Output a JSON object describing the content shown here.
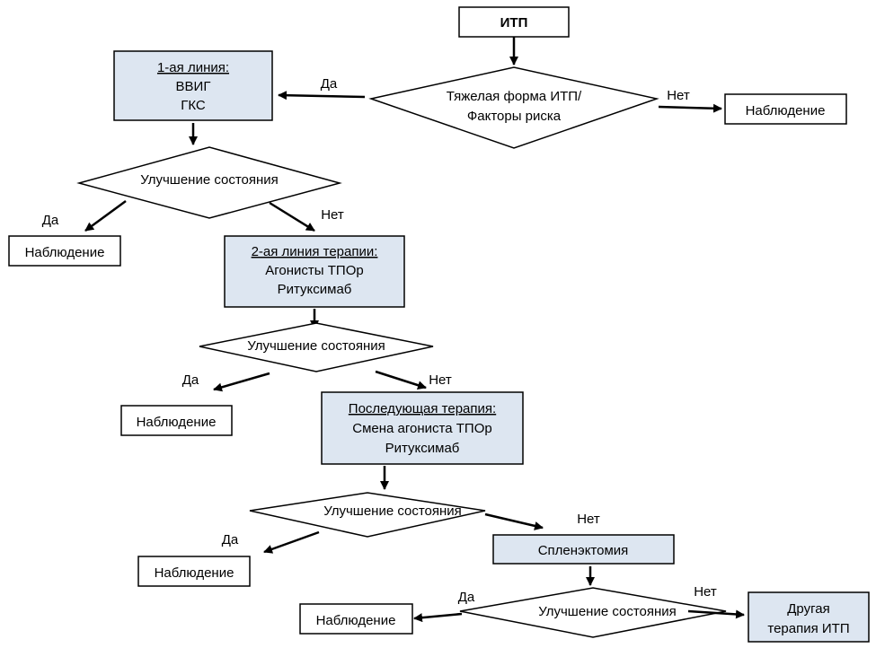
{
  "start": "ИТП",
  "decision1": {
    "line1": "Тяжелая форма ИТП/",
    "line2": "Факторы риска"
  },
  "yes": "Да",
  "no": "Нет",
  "observation": "Наблюдение",
  "first_line": {
    "title": "1-ая линия:",
    "item1": "ВВИГ",
    "item2": "ГКС"
  },
  "improvement": "Улучшение состояния",
  "second_line": {
    "title": "2-ая линия терапии:",
    "item1": "Агонисты ТПОр",
    "item2": "Ритуксимаб"
  },
  "subsequent": {
    "title": "Последующая  терапия:",
    "item1": "Смена агониста ТПОр",
    "item2": "Ритуксимаб"
  },
  "splenectomy": "Спленэктомия",
  "other_therapy": {
    "line1": "Другая",
    "line2": "терапия ИТП"
  },
  "colors": {
    "box_fill": "#dde6f1",
    "stroke": "#000000"
  }
}
